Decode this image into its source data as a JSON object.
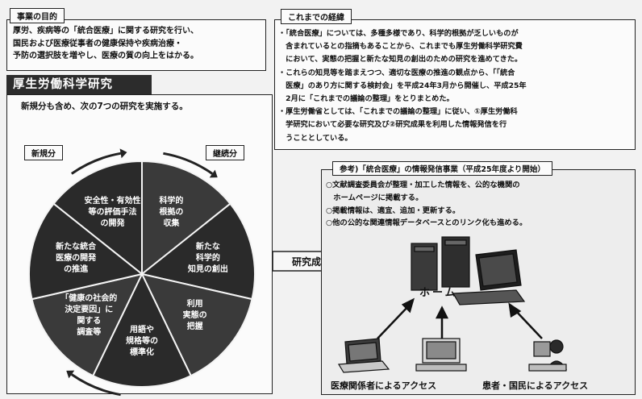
{
  "purpose": {
    "tag": "事業の目的",
    "lines": [
      "厚労、疾病等の「統合医療」に関する研究を行い、",
      "国民および医療従事者の健康保持や疾病治療・",
      "予防の選択肢を増やし、医療の質の向上をはかる。"
    ]
  },
  "history": {
    "tag": "これまでの経緯",
    "lines": [
      "・「統合医療」については、多種多様であり、科学的根拠が乏しいものが",
      "　含まれているとの指摘もあることから、これまでも厚生労働科学研究費",
      "　において、実態の把握と新たな知見の創出のための研究を進めてきた。",
      "・これらの知見等を踏まえつつ、適切な医療の推進の観点から、「「統合",
      "　医療」のあり方に関する検討会」を平成24年3月から開催し、平成25年",
      "　2月に「これまでの議論の整理」をとりまとめた。",
      "・厚生労働省としては、「これまでの議論の整理」に従い、①厚生労働科",
      "　学研究において必要な研究及び②研究成果を利用した情報発信を行",
      "　うこととしている。"
    ]
  },
  "research": {
    "banner": "厚生労働科学研究",
    "intro": "新規分も含め、次の7つの研究を実施する。",
    "new_label": "新規分",
    "continuing_label": "継続分",
    "wedges": [
      [
        "安全性・有効性",
        "等の評価手法",
        "の開発"
      ],
      [
        "科学的",
        "根拠の",
        "収集"
      ],
      [
        "新たな",
        "科学的",
        "知見の創出"
      ],
      [
        "利用",
        "実態の",
        "把握"
      ],
      [
        "用語や",
        "規格等の",
        "標準化"
      ],
      [
        "「健康の社会的",
        "決定要因」に",
        "関する",
        "調査等"
      ],
      [
        "新たな統合",
        "医療の開発",
        "の推進"
      ]
    ]
  },
  "arrow_label": "研究成果",
  "info": {
    "tag": "参考)「統合医療」の情報発信事業（平成25年度より開始）",
    "lines": [
      "○文献調査委員会が整理・加工した情報を、公的な機関の",
      "　ホームページに掲載する。",
      "○掲載情報は、適宜、追加・更新する。",
      "○他の公的な関連情報データベースとのリンク化も進める。"
    ],
    "hub_label": "ホーム",
    "caption_left": "医療関係者によるアクセス",
    "caption_right": "患者・国民によるアクセス"
  },
  "colors": {
    "banner": "#2c2c2c",
    "wedge_dark": "#2a2a2a",
    "wedge_mid": "#3a3a3a",
    "page_bg": "#f2f2f2"
  }
}
